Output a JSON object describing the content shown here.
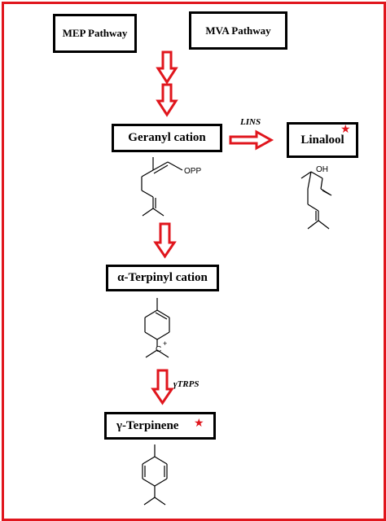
{
  "colors": {
    "frame": "#e0161d",
    "arrow": "#e0161d",
    "box_border": "#000000",
    "star": "#e0161d"
  },
  "pathways": {
    "mep": "MEP Pathway",
    "mva": "MVA Pathway"
  },
  "nodes": {
    "geranyl": "Geranyl cation",
    "linalool": "Linalool",
    "terpinyl": "α-Terpinyl cation",
    "terpinene": "γ-Terpinene"
  },
  "enzymes": {
    "lins": "LINS",
    "trps": "γTRPS"
  },
  "structure_labels": {
    "opp": "OPP",
    "oh": "OH",
    "carbocation": "C",
    "plus": "+"
  },
  "markers": {
    "star_glyph": "★",
    "starred_products": [
      "Linalool",
      "γ-Terpinene"
    ]
  },
  "icons": {
    "arrow": "hollow-red-arrow-icon",
    "star": "red-star-icon"
  }
}
